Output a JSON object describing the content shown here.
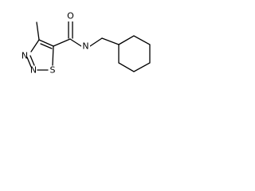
{
  "molecule": {
    "atoms": {
      "oxygen": "O",
      "amide_nitrogen": "N",
      "nitrogen_4": "N",
      "nitrogen_3": "N",
      "sulfur": "S"
    },
    "colors": {
      "bond": "#000000",
      "label": "#000000",
      "background": "#ffffff"
    }
  }
}
